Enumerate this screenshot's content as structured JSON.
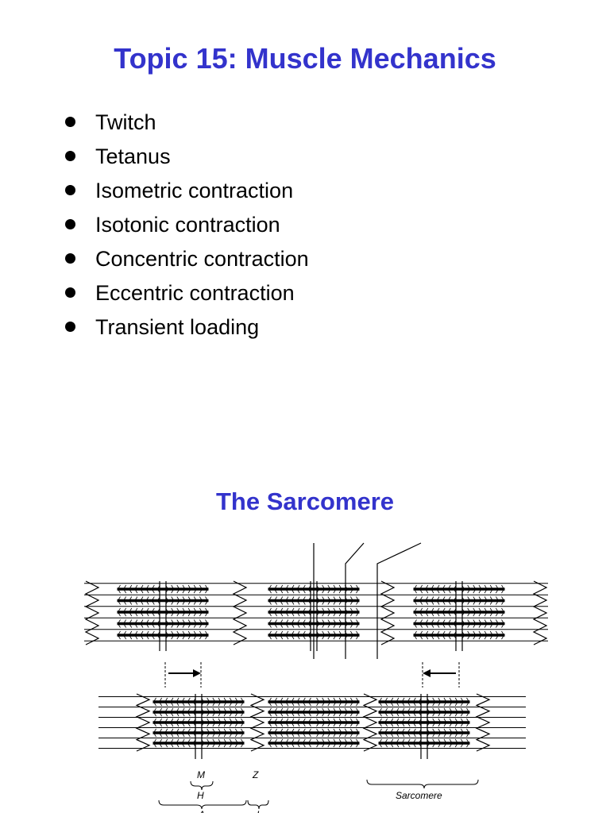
{
  "slide": {
    "title": "Topic 15: Muscle Mechanics",
    "bullets": [
      "Twitch",
      "Tetanus",
      "Isometric contraction",
      "Isotonic contraction",
      "Concentric contraction",
      "Eccentric contraction",
      "Transient loading"
    ]
  },
  "section": {
    "title": "The Sarcomere"
  },
  "diagram": {
    "labels": {
      "m": "M",
      "z": "Z",
      "h": "H",
      "a": "A",
      "i": "I",
      "sarcomere": "Sarcomere"
    }
  },
  "colors": {
    "heading": "#3333cc",
    "text": "#000000"
  }
}
